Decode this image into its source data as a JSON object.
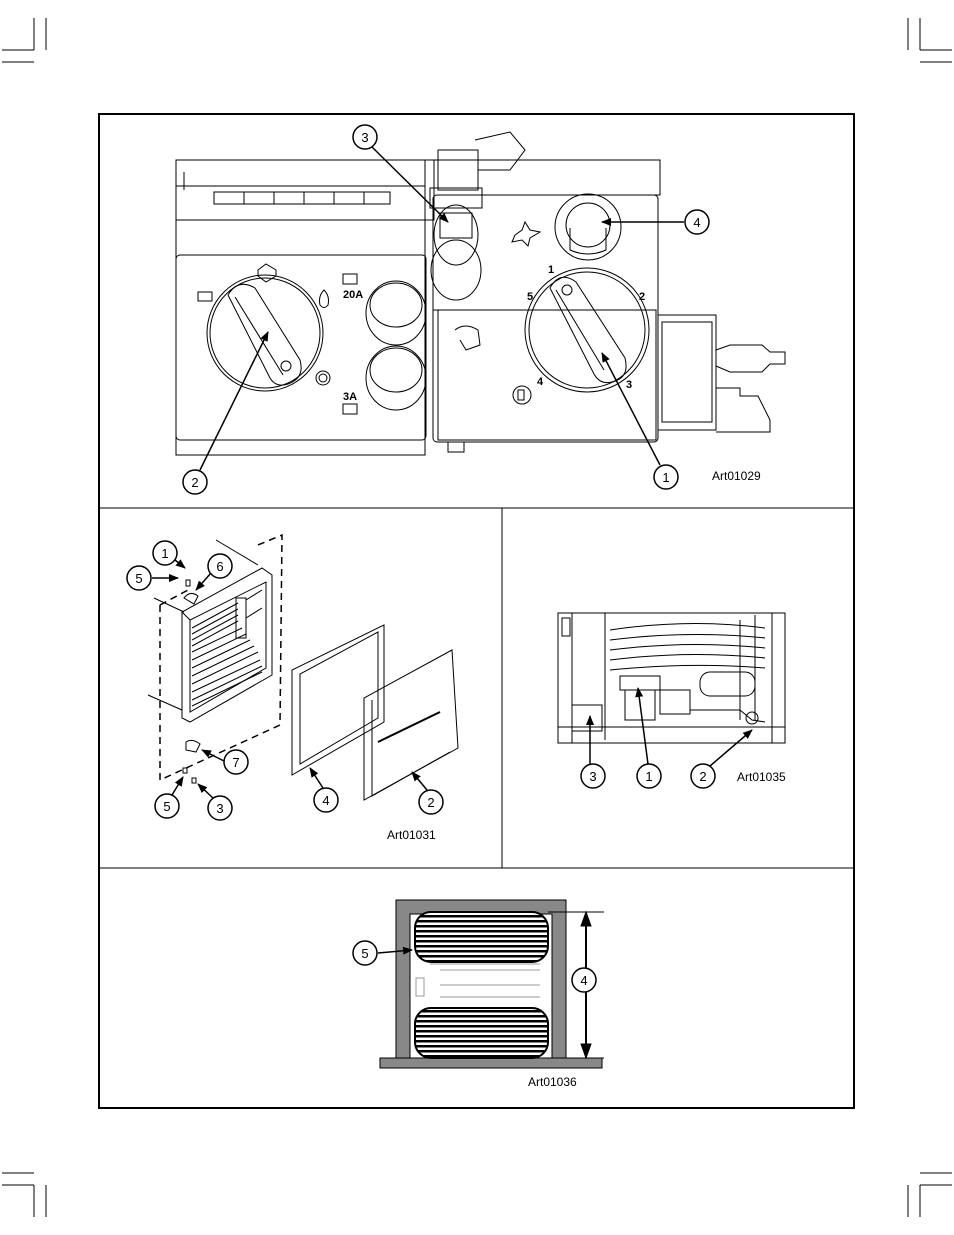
{
  "panels": {
    "top": {
      "art_id": "Art01029",
      "callouts": [
        "1",
        "2",
        "3",
        "4"
      ],
      "labels": {
        "fuse_large": "20A",
        "fuse_small": "3A"
      },
      "dial_numbers": [
        "1",
        "2",
        "3",
        "4",
        "5"
      ]
    },
    "middle_left": {
      "art_id": "Art01031",
      "callouts": [
        "1",
        "2",
        "3",
        "4",
        "5",
        "5",
        "6",
        "7"
      ]
    },
    "middle_right": {
      "art_id": "Art01035",
      "callouts": [
        "1",
        "2",
        "3"
      ]
    },
    "bottom": {
      "art_id": "Art01036",
      "callouts": [
        "4",
        "5"
      ]
    }
  }
}
